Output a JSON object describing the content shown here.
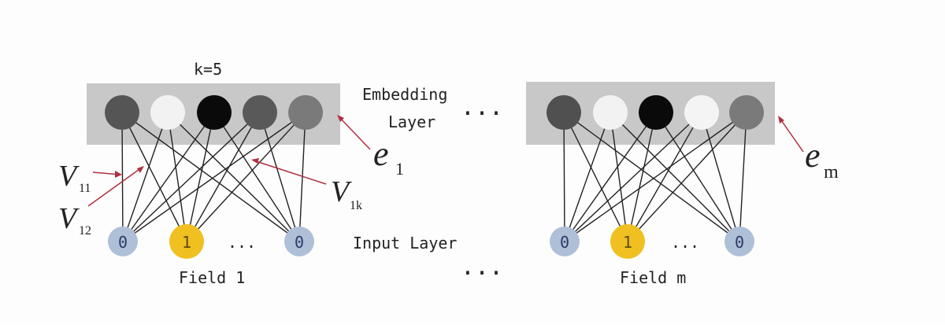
{
  "left_block": {
    "k_label": "k=5",
    "embedding_colors": [
      "#555555",
      "#f2f2f2",
      "#0a0a0a",
      "#595959",
      "#7a7a7a"
    ],
    "input_values": [
      "0",
      "1",
      "0"
    ],
    "input_colors": [
      "#aebfd8",
      "#f0c020",
      "#aebfd8"
    ],
    "input_ellipsis": "...",
    "field_label": "Field 1",
    "embedding_symbol": "e",
    "embedding_subscript": "1",
    "v11_symbol": "V",
    "v11_subscript": "11",
    "v12_symbol": "V",
    "v12_subscript": "12",
    "v1k_symbol": "V",
    "v1k_subscript": "1k"
  },
  "right_block": {
    "embedding_colors": [
      "#505050",
      "#f2f2f2",
      "#0a0a0a",
      "#f4f4f4",
      "#7a7a7a"
    ],
    "input_values": [
      "0",
      "1",
      "0"
    ],
    "input_colors": [
      "#aebfd8",
      "#f0c020",
      "#aebfd8"
    ],
    "input_ellipsis": "...",
    "field_label": "Field m",
    "embedding_symbol": "e",
    "embedding_subscript": "m"
  },
  "center": {
    "embedding_layer_line1": "Embedding",
    "embedding_layer_line2": "Layer",
    "input_layer": "Input Layer",
    "ellipsis_top": "...",
    "ellipsis_bottom": "..."
  },
  "colors": {
    "embedding_band": "#c8c8c8",
    "edge": "#222222",
    "pointer_arrow": "#b03040",
    "text": "#222222"
  }
}
